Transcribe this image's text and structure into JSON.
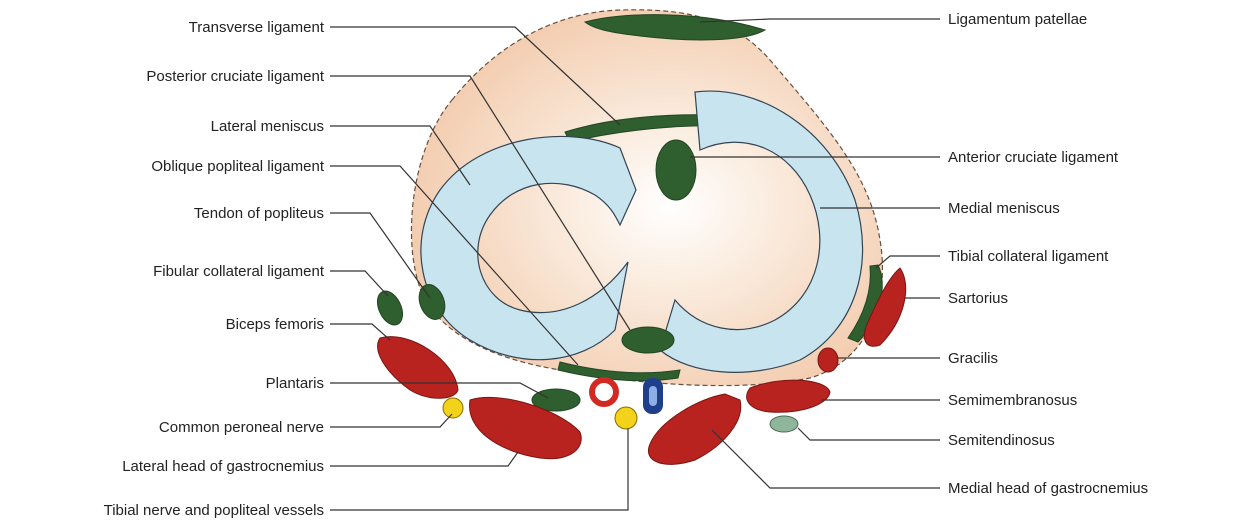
{
  "labels_left": [
    "Transverse ligament",
    "Posterior cruciate ligament",
    "Lateral meniscus",
    "Oblique popliteal ligament",
    "Tendon of popliteus",
    "Fibular collateral ligament",
    "Biceps femoris",
    "Plantaris",
    "Common peroneal nerve",
    "Lateral head of gastrocnemius",
    "Tibial nerve and popliteal vessels"
  ],
  "labels_right": [
    "Ligamentum patellae",
    "Anterior cruciate ligament",
    "Medial meniscus",
    "Tibial collateral ligament",
    "Sartorius",
    "Gracilis",
    "Semimembranosus",
    "Semitendinosus",
    "Medial head of gastrocnemius"
  ],
  "colors": {
    "bone": "#f3cdb0",
    "meniscus": "#c8e4ef",
    "ligament": "#2f5e2f",
    "muscle": "#b8231f",
    "nerve": "#f2d21a",
    "artery": "#d22a22",
    "vein": "#1f3f8a"
  }
}
